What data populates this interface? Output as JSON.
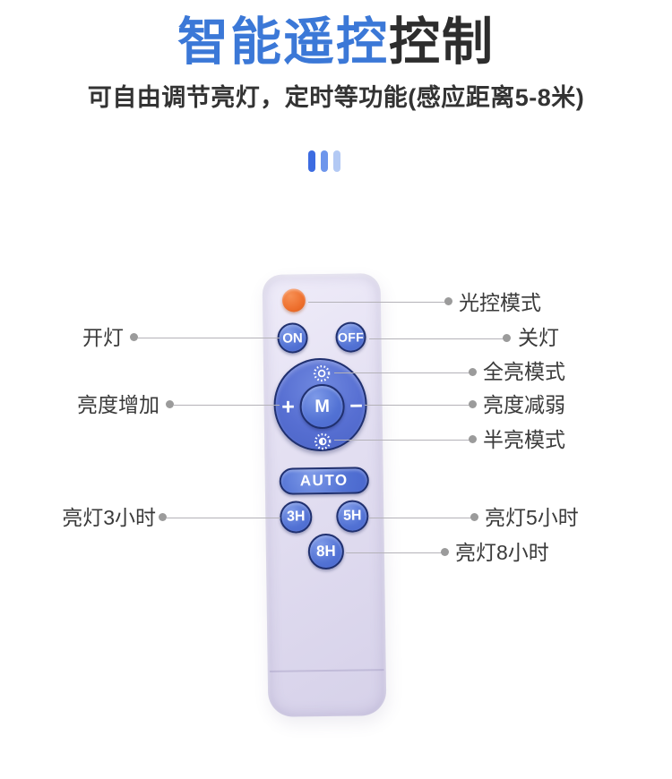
{
  "header": {
    "title_highlight": "智能遥控",
    "title_rest": "控制",
    "subtitle": "可自由调节亮灯，定时等功能(感应距离5-8米)"
  },
  "remote": {
    "buttons": {
      "on": "ON",
      "off": "OFF",
      "mode": "M",
      "plus": "+",
      "minus": "−",
      "auto": "AUTO",
      "timer3": "3H",
      "timer5": "5H",
      "timer8": "8H"
    },
    "icons": {
      "indicator": "orange-indicator-button",
      "full_brightness": "sun-full-icon",
      "half_brightness": "sun-half-icon"
    }
  },
  "annotations": {
    "left": [
      {
        "label": "开灯"
      },
      {
        "label": "亮度增加"
      },
      {
        "label": "亮灯3小时"
      }
    ],
    "right": [
      {
        "label": "光控模式"
      },
      {
        "label": "关灯"
      },
      {
        "label": "全亮模式"
      },
      {
        "label": "亮度减弱"
      },
      {
        "label": "半亮模式"
      },
      {
        "label": "亮灯5小时"
      },
      {
        "label": "亮灯8小时"
      }
    ]
  },
  "colors": {
    "title_blue": "#3b78d7",
    "title_dark": "#2d2d2d",
    "bar_blues": [
      "#3d6ce1",
      "#6e96ec",
      "#b3c9f4"
    ],
    "remote_body": "#e2def1",
    "button_blue": "#5272d4",
    "button_ring": "#20306f",
    "indicator_orange": "#ee6f2d",
    "label_text": "#3a3a3a",
    "leader_line": "#b4b2b8",
    "leader_dot": "#9b9b9b"
  }
}
